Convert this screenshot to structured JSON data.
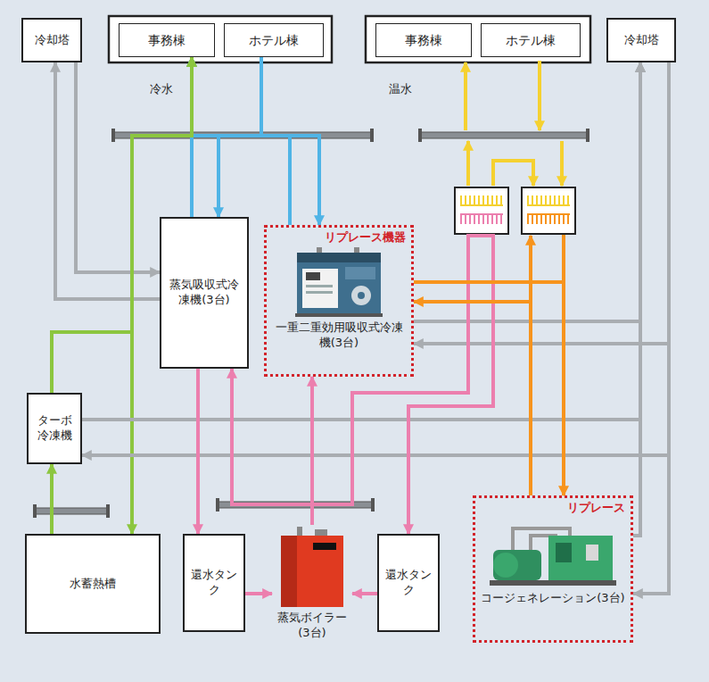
{
  "diagram": {
    "nodes": [
      {
        "text": [
          "冷却塔"
        ]
      },
      {
        "text": [
          "事務棟"
        ]
      },
      {
        "text": [
          "ホテル棟"
        ]
      },
      {
        "text": [
          "事務棟"
        ]
      },
      {
        "text": [
          "ホテル棟"
        ]
      },
      {
        "text": [
          "冷却塔"
        ]
      },
      {
        "text": [
          "蒸気吸収式冷凍機(3台)"
        ]
      },
      {
        "text": [
          "リプレース機器",
          "一重二重効用吸収式冷凍機(3台)"
        ]
      },
      {
        "text": [
          "ターボ冷凍機"
        ]
      },
      {
        "text": [
          "水蓄熱槽"
        ]
      },
      {
        "text": [
          "還水タンク"
        ]
      },
      {
        "text": [
          "蒸気ボイラー(3台)"
        ]
      },
      {
        "text": [
          "還水タンク"
        ]
      },
      {
        "text": [
          "リプレース",
          "コージェネレーション(3台)"
        ]
      }
    ],
    "edges": [
      {
        "from": 0,
        "to": 6,
        "arrow": "to"
      },
      {
        "from": 6,
        "to": 0,
        "arrow": "to"
      },
      {
        "from": 6,
        "to": 1,
        "arrow": "to"
      },
      {
        "from": 2,
        "to": 6,
        "arrow": "to"
      },
      {
        "from": 7,
        "to": 1,
        "arrow": "to"
      },
      {
        "from": 2,
        "to": 7,
        "arrow": "to"
      },
      {
        "from": 9,
        "to": 1,
        "arrow": "both"
      },
      {
        "from": 9,
        "to": 8,
        "arrow": "to"
      },
      {
        "from": 8,
        "to": 1,
        "arrow": "to"
      },
      {
        "from": 8,
        "to": 5,
        "arrow": "to"
      },
      {
        "from": 5,
        "to": 8,
        "arrow": "to"
      },
      {
        "from": 7,
        "to": 5,
        "arrow": "to"
      },
      {
        "from": 5,
        "to": 7,
        "arrow": "to"
      },
      {
        "from": 13,
        "to": 5,
        "arrow": "to"
      },
      {
        "from": 5,
        "to": 13,
        "arrow": "to"
      },
      {
        "from": 11,
        "to": 6,
        "arrow": "to"
      },
      {
        "from": 11,
        "to": 7,
        "arrow": "to"
      },
      {
        "from": 6,
        "to": 10,
        "arrow": "to"
      },
      {
        "from": 10,
        "to": 11,
        "arrow": "to"
      },
      {
        "from": 12,
        "to": 11,
        "arrow": "to"
      },
      {
        "from": 11,
        "to": 12,
        "arrow": "to"
      },
      {
        "from": 13,
        "to": 7,
        "arrow": "to"
      },
      {
        "from": 7,
        "to": 13,
        "arrow": "to"
      }
    ],
    "labels": [
      "冷水",
      "温水"
    ]
  }
}
